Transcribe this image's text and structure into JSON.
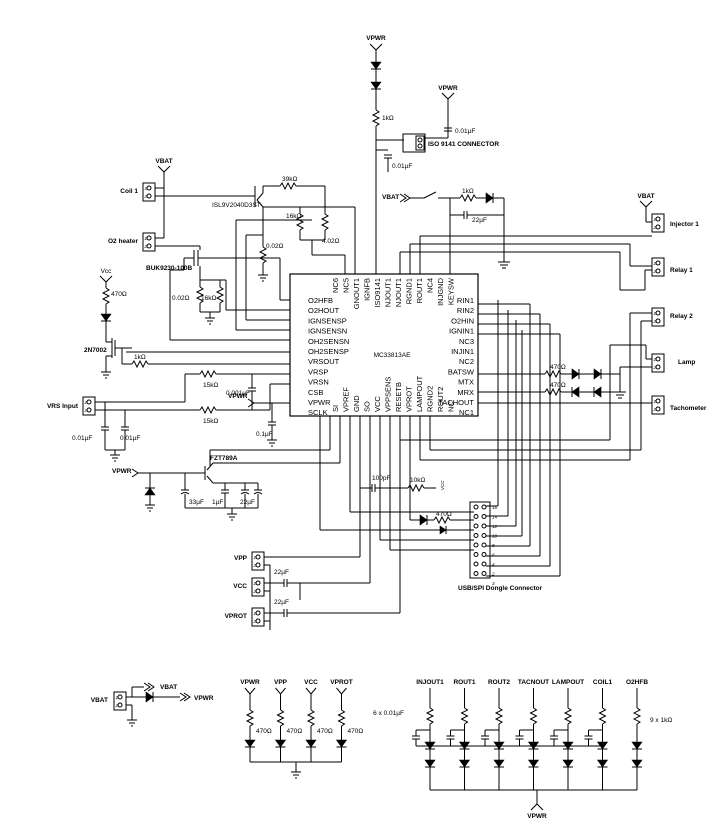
{
  "ic": {
    "name": "MC33813AE",
    "left_pins": [
      "O2HFB",
      "O2HOUT",
      "IGNSENSP",
      "IGNSENSN",
      "OH2SENSN",
      "OH2SENSP",
      "VRSOUT",
      "VRSP",
      "VRSN",
      "CSB",
      "VPWR",
      "SCLK"
    ],
    "right_pins": [
      "RIN1",
      "RIN2",
      "O2HIN",
      "IGNIN1",
      "NC3",
      "INJIN1",
      "NC2",
      "BATSW",
      "MTX",
      "MRX",
      "TACHOUT",
      "NC1"
    ],
    "top_pins": [
      "NC6",
      "NC5",
      "GNOUT1",
      "IGNFB",
      "ISO9141",
      "NJOUT1",
      "NJOUT1",
      "RGND1",
      "ROUT1",
      "NC4",
      "INJGND",
      "KEYSW"
    ],
    "bottom_pins": [
      "SI",
      "VPREF",
      "GND",
      "SO",
      "VCC",
      "VPPSENS",
      "RESETB",
      "VPROT",
      "LAMPOUT",
      "RGND2",
      "ROUT2",
      "NC"
    ]
  },
  "nets": {
    "vpwr": "VPWR",
    "vbat": "VBAT",
    "vpp": "VPP",
    "vcc": "VCC",
    "vprot": "VPROT",
    "vcc_small": "Vcc"
  },
  "connectors": {
    "coil1": "Coil 1",
    "o2_heater": "O2 heater",
    "vrs_input": "VRS Input",
    "injector1": "Injector 1",
    "relay1": "Relay 1",
    "relay2": "Relay 2",
    "lamp": "Lamp",
    "tachometer": "Tachometer",
    "iso9141": "ISO 9141 CONNECTOR",
    "usb_spi": "USB/SPI Dongle Connector"
  },
  "parts": {
    "isl": "ISL9V2040D3ST",
    "buk": "BUK9230-100B",
    "n2n7002": "2N7002",
    "fzt": "FZT789A"
  },
  "values": {
    "r1k": "1kΩ",
    "r39k": "39kΩ",
    "r16k": "16kΩ",
    "r402": "4.02Ω",
    "r002": "0.02Ω",
    "r470": "470Ω",
    "r15k": "15kΩ",
    "r10k": "10kΩ",
    "c001u": "0.01µF",
    "c0001u": "0.001µF",
    "c01u": "0.1µF",
    "c22u": "22µF",
    "c1u": "1µF",
    "c33u": "33µF",
    "c100p": "100pF",
    "cap_array": "6 x 0.01µF",
    "res_array": "9 x 1kΩ"
  },
  "dongle_pins": [
    "16",
    "14",
    "12",
    "10",
    "8",
    "6",
    "4",
    "2",
    "15",
    "13",
    "11",
    "9",
    "7",
    "5",
    "3",
    "1"
  ],
  "bottom_leds": [
    "VPWR",
    "VPP",
    "VCC",
    "VPROT"
  ],
  "bottom_outputs": [
    "INJOUT1",
    "ROUT1",
    "ROUT2",
    "TACNOUT",
    "LAMPOUT",
    "COIL1",
    "O2HFB"
  ],
  "connector_pins": [
    "1",
    "2"
  ]
}
